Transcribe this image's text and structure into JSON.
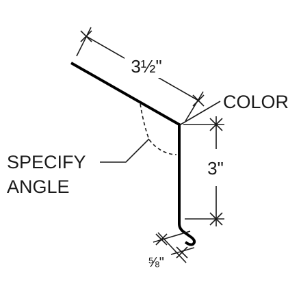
{
  "diagram": {
    "dimensions": {
      "leg_length": "3½\"",
      "height": "3\"",
      "hem": "⅝\""
    },
    "callouts": {
      "color": "COLOR",
      "specify_line1": "SPECIFY",
      "specify_line2": "ANGLE"
    }
  }
}
